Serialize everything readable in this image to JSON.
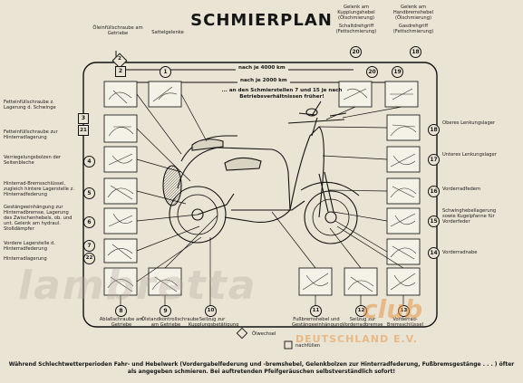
{
  "title": "SCHMIERPLAN",
  "intervals": {
    "km4000": "nach je 4000 km",
    "km2000": "nach je 2000 km"
  },
  "note": "... an den Schmierstellen 7 und 15 je nach Betriebsverhältnissen früher!",
  "top_labels": {
    "oil_fill_gear": "Öleinfüllschraube am Getriebe",
    "saddle_joint": "Sattelgelenke",
    "clutch_lever_joint": "Gelenk am Kupplungshebel (Ölschmierung)",
    "shift_grip": "Schaltdrehgriff (Fettschmierung)",
    "handbrake_lever_joint": "Gelenk am Handbremshebel (Ölschmierung)",
    "throttle_grip": "Gasdrehgriff (Fettschmierung)"
  },
  "left_labels": {
    "l3_21": "Fetteinfüllschraube z. Lagerung d. Schwinge",
    "l21b": "Fetteinfüllschraube zur Hinterradlagerung",
    "l4": "Verriegelungsbolzen der Seitenbleche",
    "l5": "Hinterrad-Bremsschlüssel, zugleich hintere Lagerstelle z. Hinterradfederung",
    "l6": "Gestängeeinhängung zur Hinterradbremse, Lagerung des Zwischenhebels, ob. und unt. Gelenk am hydraul. Stoßdämpfer",
    "l7": "Vordere Lagerstelle d. Hinterradfederung",
    "l22": "Hinterradlagerung"
  },
  "right_labels": {
    "r18": "Oberes Lenkungslager",
    "r17": "Unteres Lenkungslager",
    "r16": "Vorderradfedern",
    "r15": "Schwinghebellagerung sowie Kugelpfanne für Vorderfeder",
    "r14": "Vorderradnabe"
  },
  "bottom_labels": {
    "b8": "Ablaßschraube am Getriebe",
    "b9": "Ölstandkontrollschraube am Getriebe",
    "b10": "Seilzug zur Kupplungsbetätigung",
    "b11": "Fußbremshebel und Gestängeeinhängung",
    "b12": "Seilzug zur Vorderradbremse",
    "b13": "Vorderrad-Bremsschlüssel"
  },
  "legend": {
    "oil_change": "Ölwechsel",
    "refill": "nachfüllen"
  },
  "footer": "Während Schlechtwetterperioden Fahr- und Hebelwerk (Vordergabelfederung und -bremshebel, Gelenkbolzen zur Hinterradfederung, Fußbremsgestänge . . . ) öfter als angegeben schmieren. Bei auftretenden Pfeifgeräuschen selbstverständlich sofort!",
  "watermark": {
    "big": "lambretta",
    "club": "club",
    "country": "DEUTSCHLAND E.V."
  },
  "numbers": {
    "n1": "1",
    "n2": "2",
    "n3": "3",
    "n4": "4",
    "n5": "5",
    "n6": "6",
    "n7": "7",
    "n8": "8",
    "n9": "9",
    "n10": "10",
    "n11": "11",
    "n12": "12",
    "n13": "13",
    "n14": "14",
    "n15": "15",
    "n16": "16",
    "n17": "17",
    "n18": "18",
    "n19": "19",
    "n20": "20",
    "n21": "21",
    "n22": "22"
  },
  "colors": {
    "paper": "#e9e4d4",
    "ink": "#161616",
    "watermark_orange": "#e89646"
  }
}
